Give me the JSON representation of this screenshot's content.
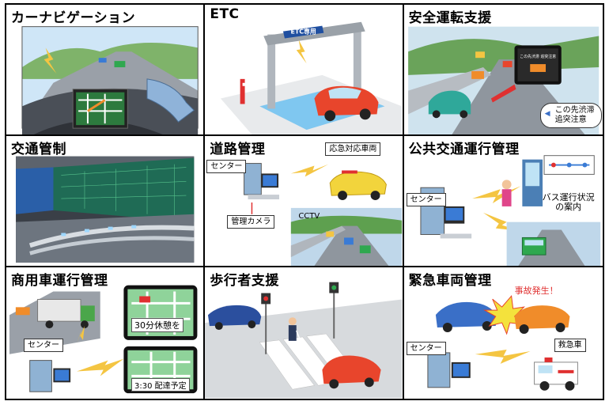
{
  "panels": [
    {
      "title": "カーナビゲーション"
    },
    {
      "title": "ETC",
      "gate_sign": "ETC専用"
    },
    {
      "title": "安全運転支援",
      "screen_text": "この先渋滞 追突注意",
      "bubble_line1": "この先渋滞",
      "bubble_line2": "追突注意"
    },
    {
      "title": "交通管制"
    },
    {
      "title": "道路管理",
      "center": "センター",
      "vehicle": "応急対応車両",
      "camera": "管理カメラ",
      "cctv": "CCTV"
    },
    {
      "title": "公共交通運行管理",
      "center": "センター",
      "bus_line1": "バス運行状況",
      "bus_line2": "の案内"
    },
    {
      "title": "商用車運行管理",
      "center": "センター",
      "msg1": "30分休憩を",
      "msg2": "3:30 配達予定"
    },
    {
      "title": "歩行者支援"
    },
    {
      "title": "緊急車両管理",
      "accident": "事故発生！",
      "center": "センター",
      "ambulance": "救急車"
    }
  ]
}
